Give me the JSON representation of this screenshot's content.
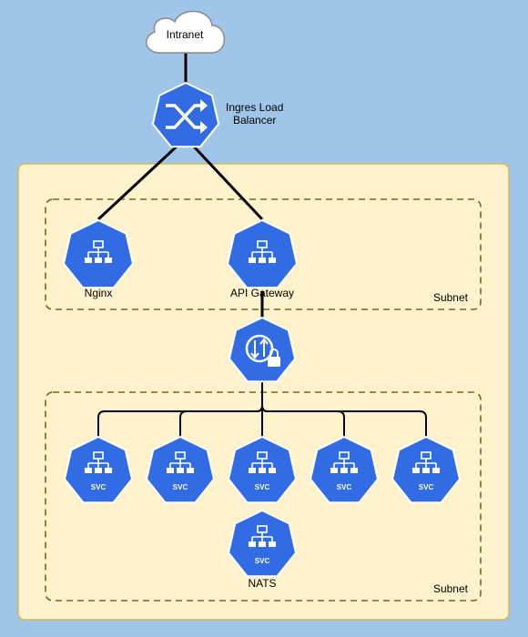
{
  "colors": {
    "background": "#9fc5e8",
    "zone_fill": "#fff2cc",
    "zone_border": "#d6b656",
    "subnet_border": "#7a6320",
    "node_fill": "#326ce5",
    "line": "#000000"
  },
  "cloud": {
    "label": "Intranet"
  },
  "load_balancer": {
    "label_line1": "Ingres Load",
    "label_line2": "Balancer",
    "icon": "shuffle-icon"
  },
  "subnet_top": {
    "label": "Subnet",
    "nodes": [
      {
        "label": "Nginx",
        "icon": "deployment-icon"
      },
      {
        "label": "API Gateway",
        "icon": "deployment-icon"
      }
    ]
  },
  "router": {
    "icon": "network-policy-lock-icon"
  },
  "subnet_bottom": {
    "label": "Subnet",
    "services": [
      {
        "label": "SVC"
      },
      {
        "label": "SVC"
      },
      {
        "label": "SVC"
      },
      {
        "label": "SVC"
      },
      {
        "label": "SVC"
      }
    ],
    "nats": {
      "label": "SVC",
      "caption": "NATS"
    }
  }
}
